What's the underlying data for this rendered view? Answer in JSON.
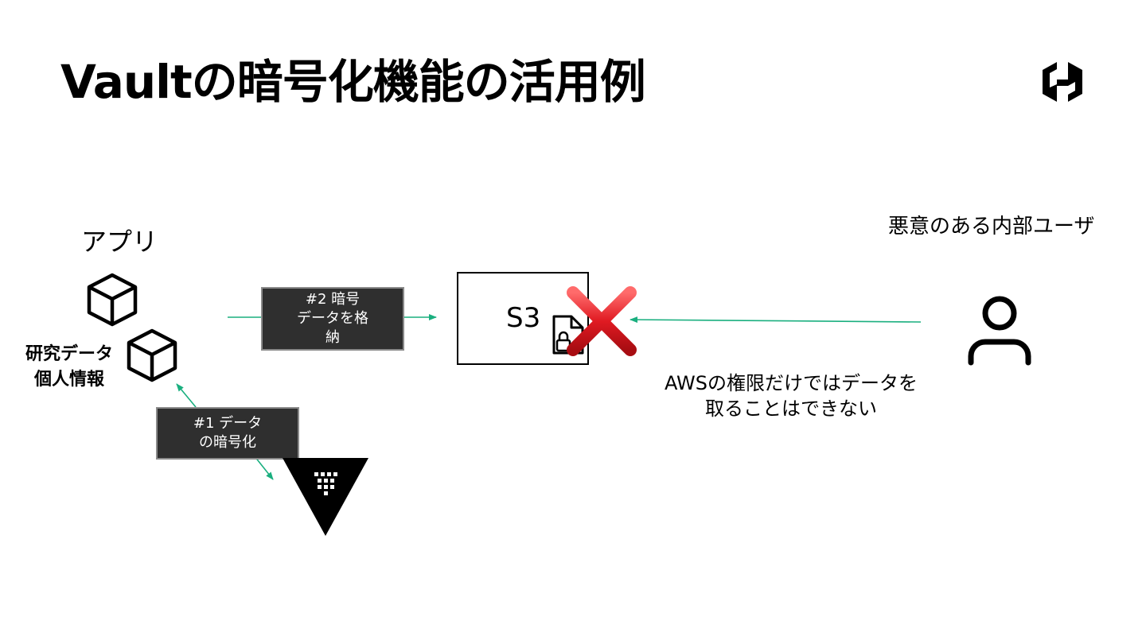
{
  "title": "Vaultの暗号化機能の活用例",
  "app": {
    "label": "アプリ"
  },
  "stored_data": {
    "line1": "研究データ",
    "line2": "個人情報"
  },
  "step2": {
    "line1": "#2 暗号",
    "line2": "データを格",
    "line3": "納"
  },
  "step1": {
    "line1": "#1 データ",
    "line2": "の暗号化"
  },
  "s3": {
    "label": "S3"
  },
  "user": {
    "label": "悪意のある内部ユーザ"
  },
  "note": {
    "line1": "AWSの権限だけではデータを",
    "line2": "取ることはできない"
  },
  "icons": {
    "logo": "hashicorp-logo-icon",
    "app": "cube-icon",
    "storage": "locked-document-icon",
    "blocked": "red-x-icon",
    "user": "user-icon",
    "vault": "vault-triangle-icon"
  },
  "colors": {
    "arrow": "#1aaf7f",
    "cross": "#d7141a",
    "label_box": "#2f2f2f"
  }
}
